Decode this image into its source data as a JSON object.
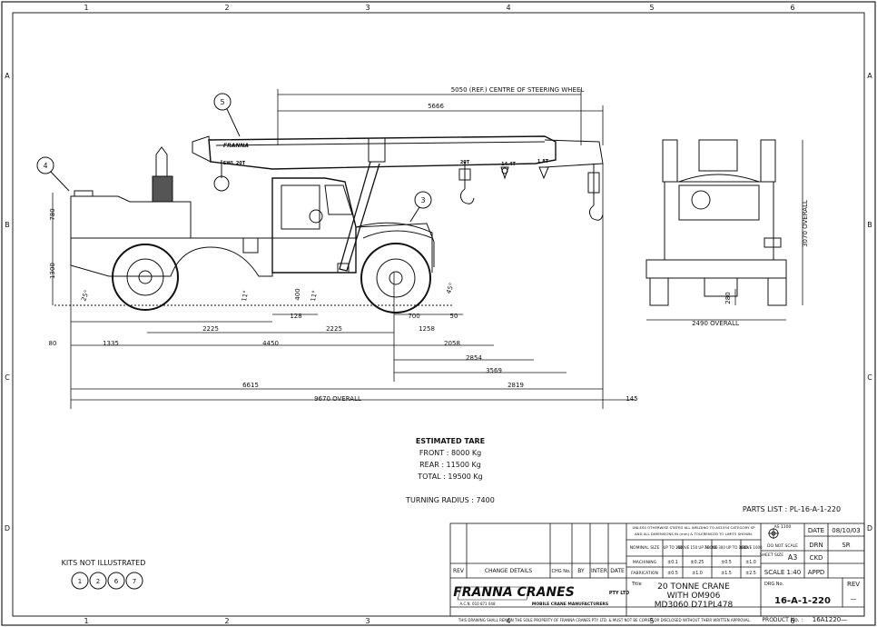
{
  "zones": {
    "top": [
      "1",
      "2",
      "3",
      "4",
      "5",
      "6"
    ],
    "side": [
      "A",
      "B",
      "C",
      "D"
    ]
  },
  "dimensions": {
    "steering_centre": "5050 (REF.) CENTRE OF STEERING WHEEL",
    "d5666": "5666",
    "d780": "780",
    "d1300": "1300",
    "a25": "25°",
    "a11a": "11°",
    "a11b": "11°",
    "d400": "400",
    "a45": "45°",
    "d128": "128",
    "d700": "700",
    "d50": "50",
    "d2225a": "2225",
    "d2225b": "2225",
    "d1258": "1258",
    "d80": "80",
    "d1335": "1335",
    "d4450": "4450",
    "d2058": "2058",
    "d2854": "2854",
    "d3569": "3569",
    "d6615": "6615",
    "d2819": "2819",
    "d9670": "9670 OVERALL",
    "d145": "145",
    "d2490": "2490 OVERALL",
    "d3070": "3070 OVERALL",
    "d280": "280"
  },
  "balloons": {
    "b5": "5",
    "b4": "4",
    "b3": "3"
  },
  "plates": {
    "swl_rear": "SWL 20T",
    "hook_main": "20T",
    "hook_mid": "14.4T",
    "hook_tip": "1.8T",
    "brand": "FRANNA"
  },
  "tare": {
    "heading": "ESTIMATED TARE",
    "front": "FRONT : 8000 Kg",
    "rear": "REAR : 11500 Kg",
    "total": "TOTAL : 19500 Kg",
    "turning": "TURNING RADIUS : 7400"
  },
  "parts_list": "PARTS LIST : PL-16-A-1-220",
  "kits": {
    "label": "KITS NOT ILLUSTRATED",
    "items": [
      "1",
      "2",
      "6",
      "7"
    ]
  },
  "title_block": {
    "rev": "REV",
    "change": "CHANGE DETAILS",
    "chg_no": "CHG No.",
    "by": "BY",
    "inter": "INTER",
    "date": "DATE",
    "note1": "UNLESS OTHERWISE STATED ALL WELDING TO AS1554 CATEGORY SP",
    "note2": "AND ALL DIMENSIONS IN (mm) & TOLERENCED TO LIMITS SHOWN.",
    "as1100": "AS 1100",
    "do_not_scale": "DO NOT SCALE",
    "nominal": "NOMINAL SIZE",
    "col_up150": "UP TO 150",
    "col_150_300": "ABOVE 150 UP TO 300",
    "col_300_1000": "ABOVE 300 UP TO 1000",
    "col_1000": "ABOVE 1000",
    "machining": "MACHINING",
    "machining_vals": [
      "±0.1",
      "±0.25",
      "±0.5",
      "±1.0"
    ],
    "fabrication": "FABRICATION",
    "fabrication_vals": [
      "±0.5",
      "±1.0",
      "±1.5",
      "±2.5"
    ],
    "date_label": "DATE",
    "date_value": "08/10/03",
    "drn_label": "DRN",
    "drn_value": "SR",
    "sheet_size": "SHEET SIZE",
    "sheet_value": "A3",
    "ckd": "CKD",
    "scale": "SCALE 1:40",
    "appd": "APPD",
    "title_label": "Title",
    "title_line1": "20 TONNE CRANE",
    "title_line2": "WITH OM906",
    "title_line3": "MD3060 D71PL478",
    "drg_label": "DRG No.",
    "drg_no": "16-A-1-220",
    "rev_label": "REV",
    "rev_value": "—",
    "logo": "FRANNA CRANES",
    "logo_pty": "PTY LTD",
    "acn": "A.C.N. 010 871 048",
    "tagline": "MOBILE CRANE MANUFACTURERS",
    "footer": "THIS DRAWING SHALL REMAIN THE SOLE PROPERTY OF FRANNA CRANES PTY. LTD. & MUST NOT BE COPIED OR DISCLOSED WITHOUT THEIR WRITTEN APPROVAL.",
    "product_label": "PRODUCT No. :",
    "product_value": "16A1220—"
  }
}
